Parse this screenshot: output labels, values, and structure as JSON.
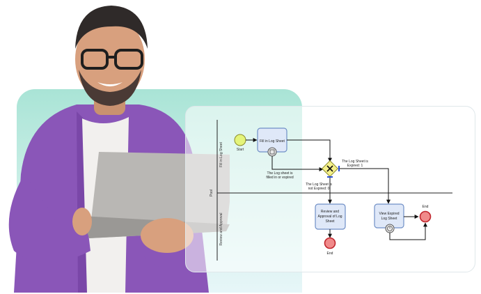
{
  "diagram": {
    "lanes": [
      {
        "label": "Fill in Log Sheet"
      },
      {
        "label": "Pool"
      },
      {
        "label": "Review and Approval"
      }
    ],
    "start_label": "Start",
    "tasks": [
      {
        "line1": "Fill in Log Sheet",
        "line2": ""
      },
      {
        "line1": "Review and",
        "line2": "Approval of Log",
        "line3": "Sheet"
      },
      {
        "line1": "View Expired",
        "line2": "Log Sheet"
      }
    ],
    "gateway_label": {
      "line1": "The Log sheet is",
      "line2": "filled in or expired"
    },
    "flow_expired": {
      "line1": "The Log Sheet is",
      "line2": "Expired: 1"
    },
    "flow_not_expired": {
      "line1": "The Log Sheet is",
      "line2": "not Expired: 0"
    },
    "end_labels": [
      "End",
      "End"
    ]
  },
  "colors": {
    "accent_panel": "#a9e4d6",
    "jacket": "#8a56b8",
    "task_fill": "#dfe8f8",
    "task_border": "#6f8fc6",
    "start_fill": "#e4f47a",
    "end_fill": "#f08a8a",
    "end_border": "#c0262d",
    "gateway_fill": "#f5f08a"
  }
}
